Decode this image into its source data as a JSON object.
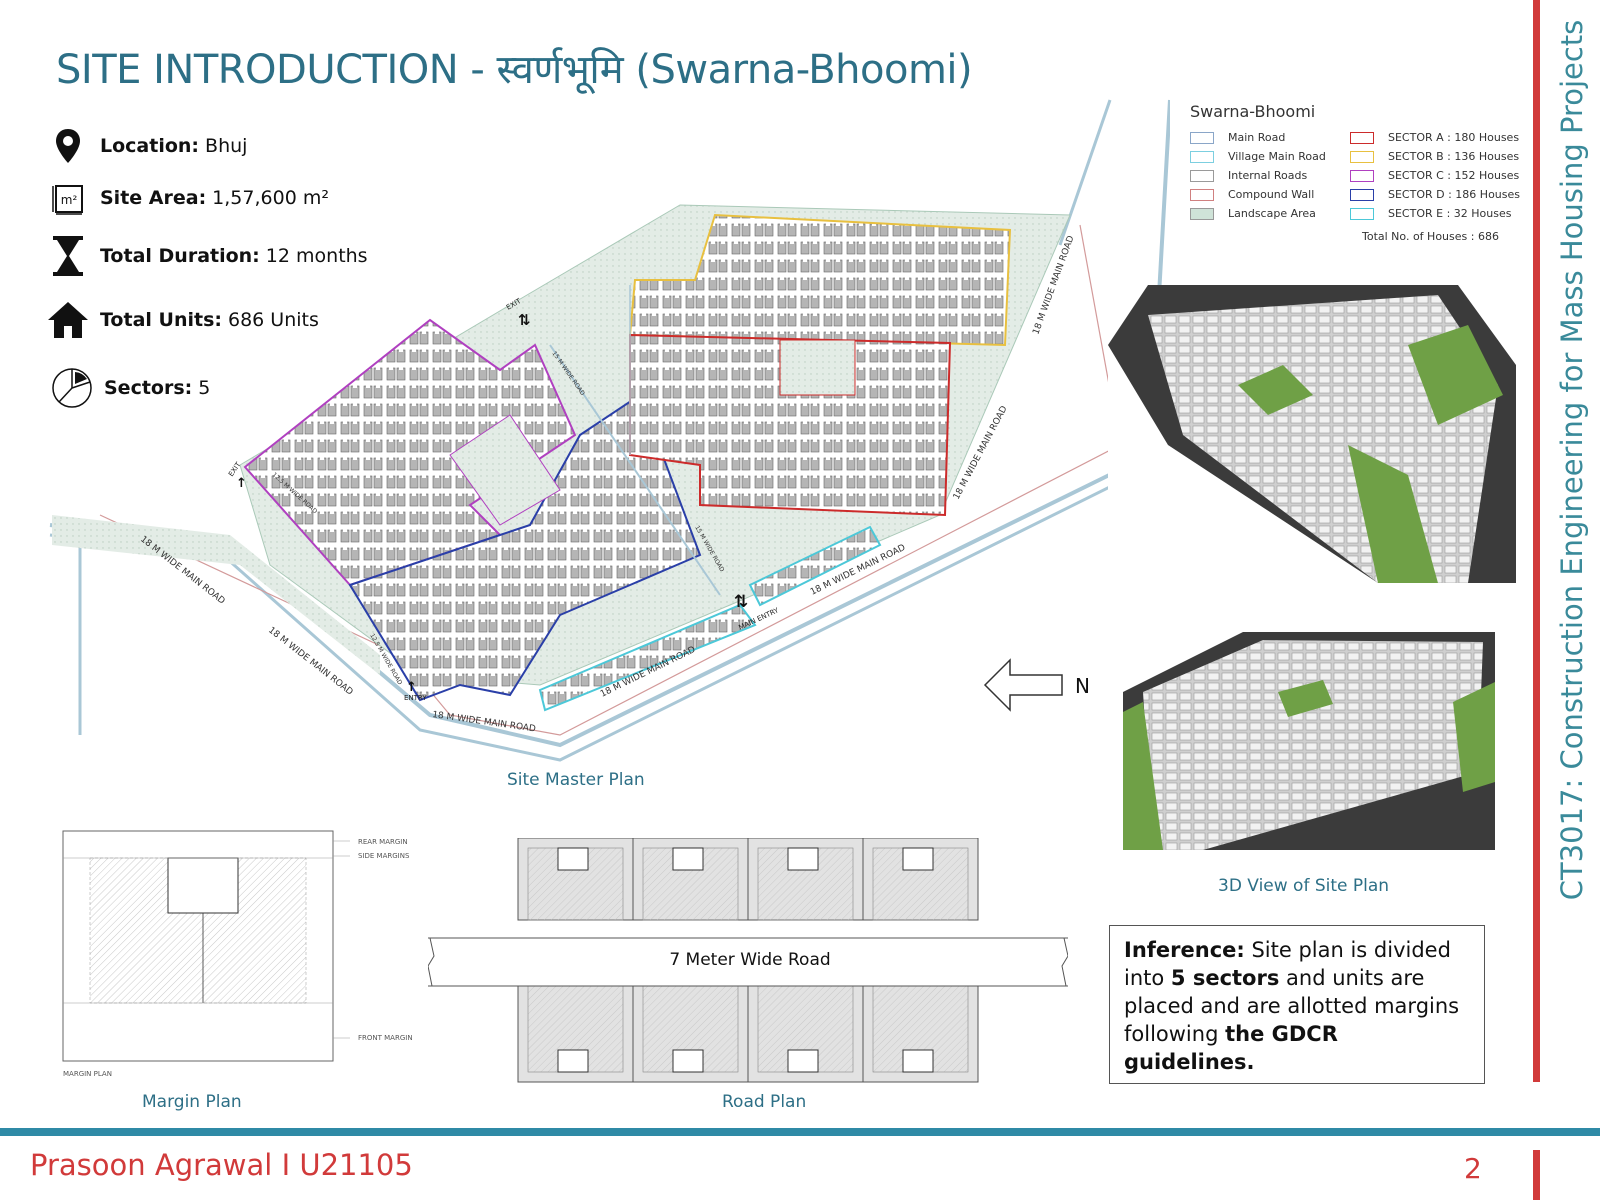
{
  "title": "SITE INTRODUCTION - स्वर्णभूमि (Swarna-Bhoomi)",
  "course": "CT3017: Construction Engineering for Mass Housing Projects",
  "facts": [
    {
      "icon": "location-pin-icon",
      "label": "Location:",
      "value": "Bhuj"
    },
    {
      "icon": "area-m2-icon",
      "label": "Site Area:",
      "value": "1,57,600 m²"
    },
    {
      "icon": "hourglass-icon",
      "label": "Total Duration:",
      "value": "12 months"
    },
    {
      "icon": "house-icon",
      "label": "Total Units:",
      "value": "686 Units"
    },
    {
      "icon": "pie-chart-icon",
      "label": "Sectors:",
      "value": "5"
    }
  ],
  "legend": {
    "title": "Swarna-Bhoomi",
    "items": [
      {
        "label": "Main Road",
        "color": "#8aa6c8"
      },
      {
        "label": "SECTOR A : 180 Houses",
        "color": "#cc2b2b"
      },
      {
        "label": "Village Main Road",
        "color": "#7ccfe0"
      },
      {
        "label": "SECTOR B : 136 Houses",
        "color": "#e8c040"
      },
      {
        "label": "Internal Roads",
        "color": "#9a9a9a"
      },
      {
        "label": "SECTOR C : 152 Houses",
        "color": "#b040c0"
      },
      {
        "label": "Compound Wall",
        "color": "#d08080"
      },
      {
        "label": "SECTOR D : 186 Houses",
        "color": "#2a3fa8"
      },
      {
        "label": "Landscape Area",
        "color": "#cfe3d8"
      },
      {
        "label": "SECTOR E : 32 Houses",
        "color": "#4cc8d8"
      }
    ],
    "total": "Total No. of Houses : 686"
  },
  "map_labels": {
    "road_18m": "18 M WIDE MAIN ROAD",
    "road_15m": "15 M WIDE ROAD",
    "road_12m": "12.5 M WIDE ROAD",
    "exit": "EXIT",
    "entry": "ENTRY",
    "main_entry": "MAIN ENTRY",
    "north": "N"
  },
  "captions": {
    "master_plan": "Site Master Plan",
    "view3d": "3D View of Site Plan",
    "margin_plan": "Margin Plan",
    "road_plan": "Road Plan"
  },
  "margin_plan": {
    "rear": "REAR MARGIN",
    "side": "SIDE MARGINS",
    "front": "FRONT MARGIN",
    "label": "MARGIN PLAN"
  },
  "road_plan": {
    "road": "7 Meter Wide Road"
  },
  "inference": {
    "lead": "Inference:",
    "t1": " Site plan is divided into ",
    "b1": "5 sectors",
    "t2": " and units are placed and are allotted margins following ",
    "b2": "the GDCR guidelines."
  },
  "footer": {
    "author": "Prasoon Agrawal I U21105",
    "page": "2"
  }
}
